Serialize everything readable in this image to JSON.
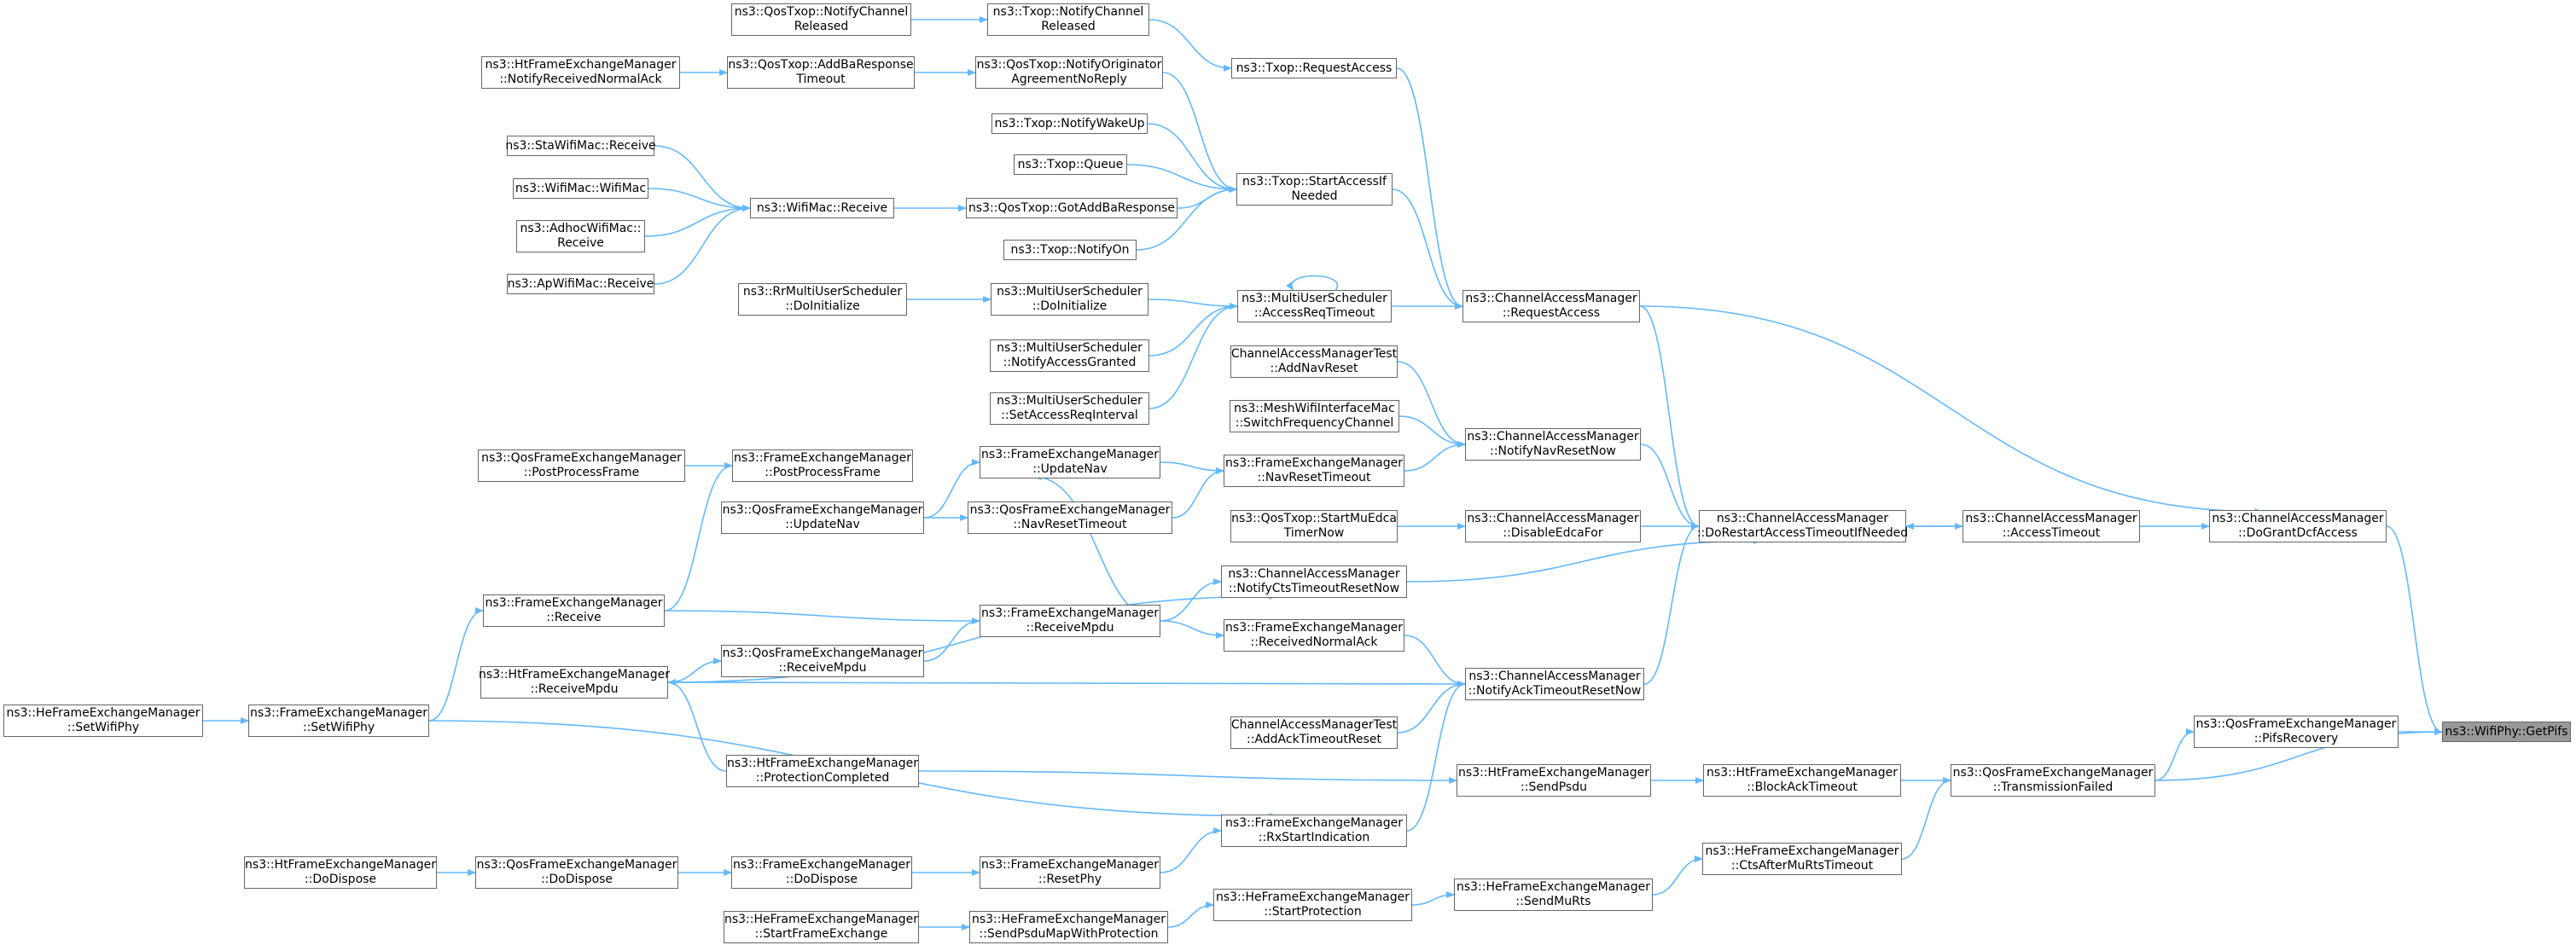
{
  "colors": {
    "edge": "#63B8FF",
    "node_border": "#666666",
    "focus_fill": "#999999"
  },
  "nodes": [
    {
      "id": "qosNotifyChanRel",
      "lines": [
        "ns3::QosTxop::NotifyChannel",
        "Released"
      ]
    },
    {
      "id": "txopNotifyChanRel",
      "lines": [
        "ns3::Txop::NotifyChannel",
        "Released"
      ]
    },
    {
      "id": "htFemNotifyRecvNormalAck",
      "lines": [
        "ns3::HtFrameExchangeManager",
        "::NotifyReceivedNormalAck"
      ]
    },
    {
      "id": "qosAddBaTimeout",
      "lines": [
        "ns3::QosTxop::AddBaResponse",
        "Timeout"
      ]
    },
    {
      "id": "qosNotifyOrigNoReply",
      "lines": [
        "ns3::QosTxop::NotifyOriginator",
        "AgreementNoReply"
      ]
    },
    {
      "id": "txopRequestAccess",
      "lines": [
        "ns3::Txop::RequestAccess"
      ]
    },
    {
      "id": "txopNotifyWakeUp",
      "lines": [
        "ns3::Txop::NotifyWakeUp"
      ]
    },
    {
      "id": "staWifiMacReceive",
      "lines": [
        "ns3::StaWifiMac::Receive"
      ]
    },
    {
      "id": "txopQueue",
      "lines": [
        "ns3::Txop::Queue"
      ]
    },
    {
      "id": "wifiMacWifiMac",
      "lines": [
        "ns3::WifiMac::WifiMac"
      ]
    },
    {
      "id": "wifiMacReceive",
      "lines": [
        "ns3::WifiMac::Receive"
      ]
    },
    {
      "id": "qosGotAddBaResponse",
      "lines": [
        "ns3::QosTxop::GotAddBaResponse"
      ]
    },
    {
      "id": "txopStartAccessIfNeeded",
      "lines": [
        "ns3::Txop::StartAccessIf",
        "Needed"
      ]
    },
    {
      "id": "adhocWifiMacReceive",
      "lines": [
        "ns3::AdhocWifiMac::",
        "Receive"
      ]
    },
    {
      "id": "txopNotifyOn",
      "lines": [
        "ns3::Txop::NotifyOn"
      ]
    },
    {
      "id": "apWifiMacReceive",
      "lines": [
        "ns3::ApWifiMac::Receive"
      ]
    },
    {
      "id": "rrMuDoInitialize",
      "lines": [
        "ns3::RrMultiUserScheduler",
        "::DoInitialize"
      ]
    },
    {
      "id": "muDoInitialize",
      "lines": [
        "ns3::MultiUserScheduler",
        "::DoInitialize"
      ]
    },
    {
      "id": "muAccessReqTimeout",
      "lines": [
        "ns3::MultiUserScheduler",
        "::AccessReqTimeout"
      ]
    },
    {
      "id": "camRequestAccess",
      "lines": [
        "ns3::ChannelAccessManager",
        "::RequestAccess"
      ]
    },
    {
      "id": "muNotifyAccessGranted",
      "lines": [
        "ns3::MultiUserScheduler",
        "::NotifyAccessGranted"
      ]
    },
    {
      "id": "camTestAddNavReset",
      "lines": [
        "ChannelAccessManagerTest",
        "::AddNavReset"
      ]
    },
    {
      "id": "muSetAccessReqInterval",
      "lines": [
        "ns3::MultiUserScheduler",
        "::SetAccessReqInterval"
      ]
    },
    {
      "id": "meshSwitchFreq",
      "lines": [
        "ns3::MeshWifiInterfaceMac",
        "::SwitchFrequencyChannel"
      ]
    },
    {
      "id": "camNotifyNavResetNow",
      "lines": [
        "ns3::ChannelAccessManager",
        "::NotifyNavResetNow"
      ]
    },
    {
      "id": "qosFemPostProcessFrame",
      "lines": [
        "ns3::QosFrameExchangeManager",
        "::PostProcessFrame"
      ]
    },
    {
      "id": "femPostProcessFrame",
      "lines": [
        "ns3::FrameExchangeManager",
        "::PostProcessFrame"
      ]
    },
    {
      "id": "femUpdateNav",
      "lines": [
        "ns3::FrameExchangeManager",
        "::UpdateNav"
      ]
    },
    {
      "id": "femNavResetTimeout",
      "lines": [
        "ns3::FrameExchangeManager",
        "::NavResetTimeout"
      ]
    },
    {
      "id": "qosFemUpdateNav",
      "lines": [
        "ns3::QosFrameExchangeManager",
        "::UpdateNav"
      ]
    },
    {
      "id": "qosFemNavResetTimeout",
      "lines": [
        "ns3::QosFrameExchangeManager",
        "::NavResetTimeout"
      ]
    },
    {
      "id": "qosStartMuEdca",
      "lines": [
        "ns3::QosTxop::StartMuEdca",
        "TimerNow"
      ]
    },
    {
      "id": "camDisableEdcaFor",
      "lines": [
        "ns3::ChannelAccessManager",
        "::DisableEdcaFor"
      ]
    },
    {
      "id": "camDoRestart",
      "lines": [
        "ns3::ChannelAccessManager",
        "::DoRestartAccessTimeoutIfNeeded"
      ]
    },
    {
      "id": "camAccessTimeout",
      "lines": [
        "ns3::ChannelAccessManager",
        "::AccessTimeout"
      ]
    },
    {
      "id": "camDoGrantDcf",
      "lines": [
        "ns3::ChannelAccessManager",
        "::DoGrantDcfAccess"
      ]
    },
    {
      "id": "camNotifyCtsTimeout",
      "lines": [
        "ns3::ChannelAccessManager",
        "::NotifyCtsTimeoutResetNow"
      ]
    },
    {
      "id": "femReceive",
      "lines": [
        "ns3::FrameExchangeManager",
        "::Receive"
      ]
    },
    {
      "id": "femReceiveMpdu",
      "lines": [
        "ns3::FrameExchangeManager",
        "::ReceiveMpdu"
      ]
    },
    {
      "id": "femReceivedNormalAck",
      "lines": [
        "ns3::FrameExchangeManager",
        "::ReceivedNormalAck"
      ]
    },
    {
      "id": "htFemReceiveMpdu",
      "lines": [
        "ns3::HtFrameExchangeManager",
        "::ReceiveMpdu"
      ]
    },
    {
      "id": "qosFemReceiveMpdu",
      "lines": [
        "ns3::QosFrameExchangeManager",
        "::ReceiveMpdu"
      ]
    },
    {
      "id": "camNotifyAckTimeout",
      "lines": [
        "ns3::ChannelAccessManager",
        "::NotifyAckTimeoutResetNow"
      ]
    },
    {
      "id": "heFemSetWifiPhy",
      "lines": [
        "ns3::HeFrameExchangeManager",
        "::SetWifiPhy"
      ]
    },
    {
      "id": "femSetWifiPhy",
      "lines": [
        "ns3::FrameExchangeManager",
        "::SetWifiPhy"
      ]
    },
    {
      "id": "camTestAddAckTimeout",
      "lines": [
        "ChannelAccessManagerTest",
        "::AddAckTimeoutReset"
      ]
    },
    {
      "id": "qosFemPifsRecovery",
      "lines": [
        "ns3::QosFrameExchangeManager",
        "::PifsRecovery"
      ]
    },
    {
      "id": "wifiPhyGetPifs",
      "lines": [
        "ns3::WifiPhy::GetPifs"
      ]
    },
    {
      "id": "htFemProtectionCompleted",
      "lines": [
        "ns3::HtFrameExchangeManager",
        "::ProtectionCompleted"
      ]
    },
    {
      "id": "htFemSendPsdu",
      "lines": [
        "ns3::HtFrameExchangeManager",
        "::SendPsdu"
      ]
    },
    {
      "id": "htFemBlockAckTimeout",
      "lines": [
        "ns3::HtFrameExchangeManager",
        "::BlockAckTimeout"
      ]
    },
    {
      "id": "qosFemTransmissionFailed",
      "lines": [
        "ns3::QosFrameExchangeManager",
        "::TransmissionFailed"
      ]
    },
    {
      "id": "femRxStartIndication",
      "lines": [
        "ns3::FrameExchangeManager",
        "::RxStartIndication"
      ]
    },
    {
      "id": "heFemCtsAfterMuRts",
      "lines": [
        "ns3::HeFrameExchangeManager",
        "::CtsAfterMuRtsTimeout"
      ]
    },
    {
      "id": "htFemDoDispose",
      "lines": [
        "ns3::HtFrameExchangeManager",
        "::DoDispose"
      ]
    },
    {
      "id": "qosFemDoDispose",
      "lines": [
        "ns3::QosFrameExchangeManager",
        "::DoDispose"
      ]
    },
    {
      "id": "femDoDispose",
      "lines": [
        "ns3::FrameExchangeManager",
        "::DoDispose"
      ]
    },
    {
      "id": "femResetPhy",
      "lines": [
        "ns3::FrameExchangeManager",
        "::ResetPhy"
      ]
    },
    {
      "id": "heFemSendMuRts",
      "lines": [
        "ns3::HeFrameExchangeManager",
        "::SendMuRts"
      ]
    },
    {
      "id": "heFemStartProtection",
      "lines": [
        "ns3::HeFrameExchangeManager",
        "::StartProtection"
      ]
    },
    {
      "id": "heFemStartFrameExchange",
      "lines": [
        "ns3::HeFrameExchangeManager",
        "::StartFrameExchange"
      ]
    },
    {
      "id": "heFemSendPsduMap",
      "lines": [
        "ns3::HeFrameExchangeManager",
        "::SendPsduMapWithProtection"
      ]
    }
  ],
  "edges": [
    [
      "qosNotifyChanRel",
      "txopNotifyChanRel"
    ],
    [
      "txopNotifyChanRel",
      "txopRequestAccess"
    ],
    [
      "txopRequestAccess",
      "camRequestAccess"
    ],
    [
      "htFemNotifyRecvNormalAck",
      "qosAddBaTimeout"
    ],
    [
      "qosAddBaTimeout",
      "qosNotifyOrigNoReply"
    ],
    [
      "qosNotifyOrigNoReply",
      "txopStartAccessIfNeeded"
    ],
    [
      "txopNotifyWakeUp",
      "txopStartAccessIfNeeded"
    ],
    [
      "txopQueue",
      "txopStartAccessIfNeeded"
    ],
    [
      "qosGotAddBaResponse",
      "txopStartAccessIfNeeded"
    ],
    [
      "txopNotifyOn",
      "txopStartAccessIfNeeded"
    ],
    [
      "staWifiMacReceive",
      "wifiMacReceive"
    ],
    [
      "wifiMacWifiMac",
      "wifiMacReceive"
    ],
    [
      "adhocWifiMacReceive",
      "wifiMacReceive"
    ],
    [
      "apWifiMacReceive",
      "wifiMacReceive"
    ],
    [
      "wifiMacReceive",
      "qosGotAddBaResponse"
    ],
    [
      "txopStartAccessIfNeeded",
      "camRequestAccess"
    ],
    [
      "rrMuDoInitialize",
      "muDoInitialize"
    ],
    [
      "muDoInitialize",
      "muAccessReqTimeout"
    ],
    [
      "muNotifyAccessGranted",
      "muAccessReqTimeout"
    ],
    [
      "muSetAccessReqInterval",
      "muAccessReqTimeout"
    ],
    [
      "muAccessReqTimeout",
      "camRequestAccess"
    ],
    [
      "camRequestAccess",
      "camDoRestart"
    ],
    [
      "camRequestAccess",
      "camDoGrantDcf"
    ],
    [
      "camTestAddNavReset",
      "camNotifyNavResetNow"
    ],
    [
      "meshSwitchFreq",
      "camNotifyNavResetNow"
    ],
    [
      "femNavResetTimeout",
      "camNotifyNavResetNow"
    ],
    [
      "camNotifyNavResetNow",
      "camDoRestart"
    ],
    [
      "qosFemPostProcessFrame",
      "femPostProcessFrame"
    ],
    [
      "qosFemUpdateNav",
      "femUpdateNav"
    ],
    [
      "femUpdateNav",
      "femNavResetTimeout"
    ],
    [
      "qosFemUpdateNav",
      "qosFemNavResetTimeout"
    ],
    [
      "qosFemNavResetTimeout",
      "femNavResetTimeout"
    ],
    [
      "qosStartMuEdca",
      "camDisableEdcaFor"
    ],
    [
      "camDisableEdcaFor",
      "camDoRestart"
    ],
    [
      "camDoRestart",
      "camAccessTimeout"
    ],
    [
      "camAccessTimeout",
      "camDoRestart"
    ],
    [
      "camAccessTimeout",
      "camDoGrantDcf"
    ],
    [
      "camDoGrantDcf",
      "wifiPhyGetPifs"
    ],
    [
      "camNotifyCtsTimeout",
      "camDoRestart"
    ],
    [
      "femReceive",
      "femPostProcessFrame"
    ],
    [
      "femReceive",
      "femReceiveMpdu"
    ],
    [
      "femReceiveMpdu",
      "femUpdateNav"
    ],
    [
      "femReceiveMpdu",
      "camNotifyCtsTimeout"
    ],
    [
      "femReceiveMpdu",
      "femReceivedNormalAck"
    ],
    [
      "femReceivedNormalAck",
      "camNotifyAckTimeout"
    ],
    [
      "htFemReceiveMpdu",
      "camNotifyCtsTimeout"
    ],
    [
      "htFemReceiveMpdu",
      "qosFemReceiveMpdu"
    ],
    [
      "qosFemReceiveMpdu",
      "femReceiveMpdu"
    ],
    [
      "htFemReceiveMpdu",
      "camNotifyAckTimeout"
    ],
    [
      "camNotifyAckTimeout",
      "camDoRestart"
    ],
    [
      "heFemSetWifiPhy",
      "femSetWifiPhy"
    ],
    [
      "femSetWifiPhy",
      "femReceive"
    ],
    [
      "femSetWifiPhy",
      "femRxStartIndication"
    ],
    [
      "camTestAddAckTimeout",
      "camNotifyAckTimeout"
    ],
    [
      "qosFemPifsRecovery",
      "wifiPhyGetPifs"
    ],
    [
      "qosFemTransmissionFailed",
      "qosFemPifsRecovery"
    ],
    [
      "qosFemTransmissionFailed",
      "wifiPhyGetPifs"
    ],
    [
      "htFemProtectionCompleted",
      "htFemReceiveMpdu"
    ],
    [
      "htFemProtectionCompleted",
      "htFemSendPsdu"
    ],
    [
      "htFemSendPsdu",
      "htFemBlockAckTimeout"
    ],
    [
      "htFemBlockAckTimeout",
      "qosFemTransmissionFailed"
    ],
    [
      "heFemCtsAfterMuRts",
      "qosFemTransmissionFailed"
    ],
    [
      "femRxStartIndication",
      "camNotifyAckTimeout"
    ],
    [
      "femResetPhy",
      "femRxStartIndication"
    ],
    [
      "htFemDoDispose",
      "qosFemDoDispose"
    ],
    [
      "qosFemDoDispose",
      "femDoDispose"
    ],
    [
      "femDoDispose",
      "femResetPhy"
    ],
    [
      "heFemSendMuRts",
      "heFemCtsAfterMuRts"
    ],
    [
      "heFemStartProtection",
      "heFemSendMuRts"
    ],
    [
      "heFemStartFrameExchange",
      "heFemSendPsduMap"
    ],
    [
      "heFemSendPsduMap",
      "heFemStartProtection"
    ],
    [
      "muAccessReqTimeout",
      "muAccessReqTimeout"
    ]
  ]
}
